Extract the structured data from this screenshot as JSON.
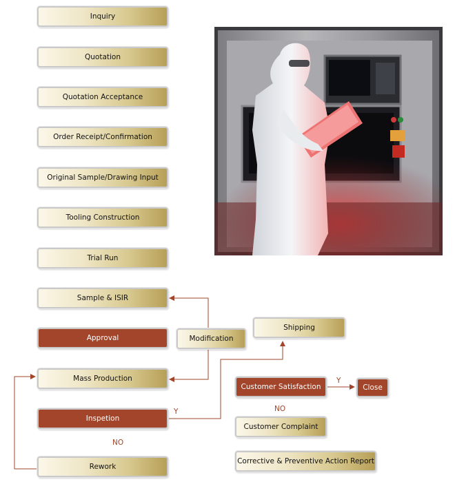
{
  "steps": {
    "inquiry": "Inquiry",
    "quotation": "Quotation",
    "quotation_acceptance": "Quotation Acceptance",
    "order_receipt": "Order Receipt/Confirmation",
    "original_sample": "Original Sample/Drawing Input",
    "tooling_construction": "Tooling Construction",
    "trial_run": "Trial Run",
    "sample_isir": "Sample & ISIR",
    "approval": "Approval",
    "modification": "Modification",
    "shipping": "Shipping",
    "mass_production": "Mass Production",
    "customer_satisfaction": "Customer Satisfaction",
    "close": "Close",
    "inspection": "Inspetion",
    "customer_complaint": "Customer Complaint",
    "rework": "Rework",
    "corrective_action": "Corrective & Preventive Action Report"
  },
  "labels": {
    "yes_inspection": "Y",
    "no_inspection": "NO",
    "yes_satisfaction": "Y",
    "no_satisfaction": "NO"
  },
  "colors": {
    "accent": "#a2452a",
    "box_gold": "#d8c98f",
    "connector": "#a2452a"
  },
  "photo": {
    "subject": "cleanroom-technician-with-clipboard"
  }
}
